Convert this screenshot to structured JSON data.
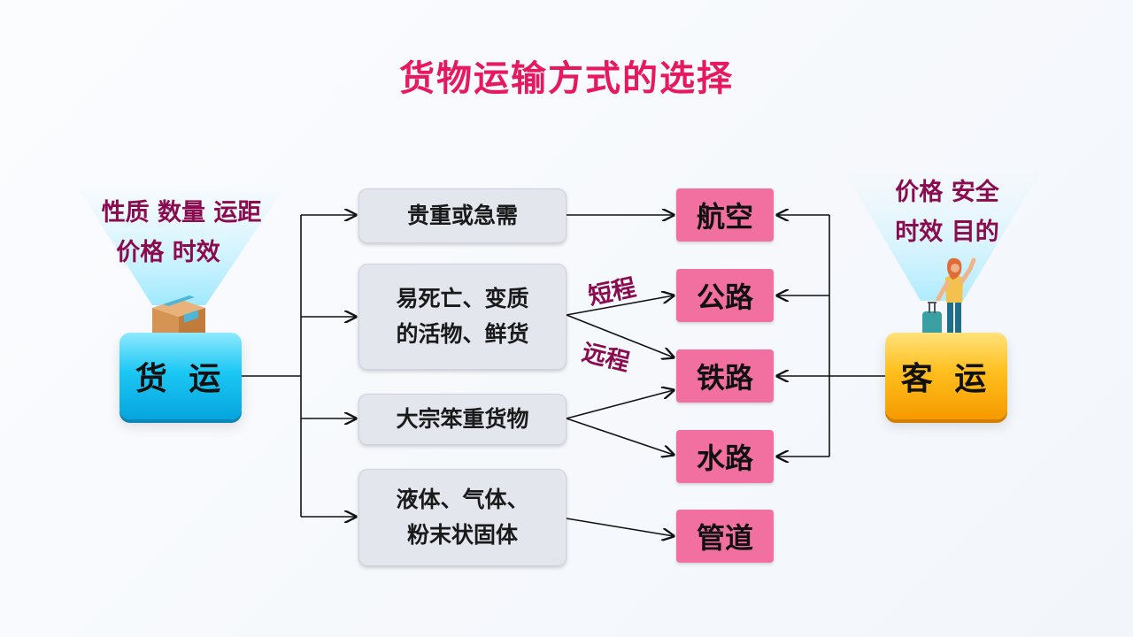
{
  "title": "货物运输方式的选择",
  "cargo": {
    "label": "货 运",
    "factors_line1": "性质  数量  运距",
    "factors_line2": "价格  时效"
  },
  "passenger": {
    "label": "客 运",
    "factors_line1": "价格  安全",
    "factors_line2": "时效  目的"
  },
  "categories": [
    {
      "text": "贵重或急需"
    },
    {
      "text": "易死亡、变质\n的活物、鲜货"
    },
    {
      "text": "大宗笨重货物"
    },
    {
      "text": "液体、气体、\n粉末状固体"
    }
  ],
  "modes": [
    {
      "text": "航空"
    },
    {
      "text": "公路"
    },
    {
      "text": "铁路"
    },
    {
      "text": "水路"
    },
    {
      "text": "管道"
    }
  ],
  "route_labels": {
    "short": "短程",
    "long": "远程"
  },
  "colors": {
    "title": "#e8185f",
    "factor": "#8a0b4f",
    "mode_fill": "#f1709f",
    "cargo_fill": "#1cc8f4",
    "passenger_fill": "#ffbf1e"
  },
  "icons": {
    "cargo": "cardboard-box-icon",
    "passenger": "traveler-with-suitcase-icon"
  }
}
